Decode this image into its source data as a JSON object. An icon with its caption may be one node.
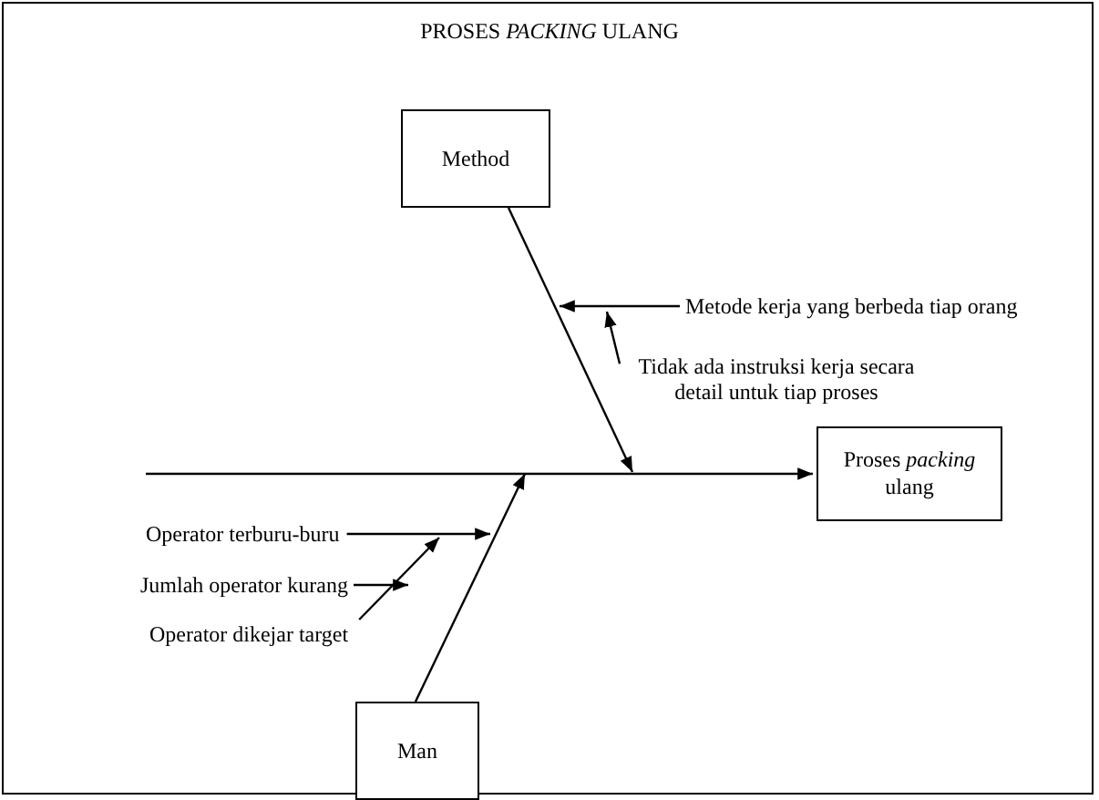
{
  "diagram": {
    "title": "PROSES *PACKING* ULANG",
    "nodes": [
      {
        "text": [
          "Method"
        ]
      },
      {
        "text": [
          "Proses *packing* ulang"
        ]
      },
      {
        "text": [
          "Man"
        ]
      },
      {
        "text": [
          "Metode kerja yang berbeda tiap orang"
        ]
      },
      {
        "text": [
          "Tidak ada instruksi kerja secara detail untuk tiap proses"
        ]
      },
      {
        "text": [
          "Operator terburu-buru"
        ]
      },
      {
        "text": [
          "Jumlah operator kurang"
        ]
      },
      {
        "text": [
          "Operator dikejar target"
        ]
      }
    ],
    "edges": [
      {
        "from": 0,
        "to": null,
        "arrow": "to"
      },
      {
        "from": 2,
        "to": null,
        "arrow": "to"
      },
      {
        "from": null,
        "to": 1,
        "arrow": "to"
      },
      {
        "from": 3,
        "to": null,
        "arrow": "to"
      },
      {
        "from": 4,
        "to": null,
        "arrow": "to"
      },
      {
        "from": 5,
        "to": null,
        "arrow": "to"
      },
      {
        "from": 6,
        "to": null,
        "arrow": "to"
      },
      {
        "from": 7,
        "to": null,
        "arrow": "to"
      }
    ]
  }
}
